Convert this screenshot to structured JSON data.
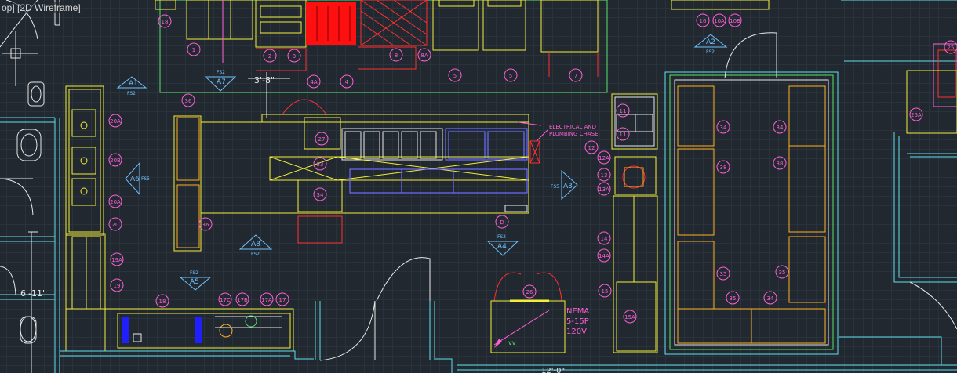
{
  "viewport": {
    "label": "op] [2D Wireframe]"
  },
  "colors": {
    "background": "#212830",
    "equipment": "#f2ef3a",
    "tag": "#ff5fd6",
    "wall": "#e8e8e8",
    "section": "#6fc3ff",
    "highlight": "#ff2020",
    "grate": "#ffb020"
  },
  "dimensions": {
    "top_center": "3'-8\"",
    "left": "6'-11\"",
    "bottom": "12'-0\""
  },
  "sections": [
    {
      "id": "A1",
      "ref": "FS2"
    },
    {
      "id": "A7",
      "ref": "FS2"
    },
    {
      "id": "A6",
      "ref": "FS5"
    },
    {
      "id": "A8",
      "ref": "FS2"
    },
    {
      "id": "A5",
      "ref": "FS2"
    },
    {
      "id": "A4",
      "ref": "FS2"
    },
    {
      "id": "A3",
      "ref": "FS5"
    },
    {
      "id": "A2",
      "ref": "FS2"
    }
  ],
  "equipment_tags": {
    "t18_top": "18",
    "t1": "1",
    "t2": "2",
    "t3": "3",
    "t4A": "4A",
    "t4": "4",
    "t8": "8",
    "t8A": "8A",
    "t5a": "5",
    "t5b": "5",
    "t7": "7",
    "t16": "16",
    "t10A": "10A",
    "t10B": "10B",
    "t20A_1": "20A",
    "t20B": "20B",
    "t20A_2": "20A",
    "t20": "20",
    "t19A": "19A",
    "t19": "19",
    "t18_bot": "18",
    "t17C": "17C",
    "t17B": "17B",
    "t17A": "17A",
    "t17": "17",
    "t36a": "36",
    "t36b": "36",
    "t27": "27",
    "t33": "33",
    "t34_mid": "34",
    "tD": "D",
    "t11a": "11",
    "t11b": "11",
    "t12": "12",
    "t12A": "12A",
    "t13": "13",
    "t13A": "13A",
    "t14": "14",
    "t14A": "14A",
    "t15": "15",
    "t15A": "15A",
    "t26": "26",
    "t34a": "34",
    "t34b": "34",
    "t38a": "38",
    "t38b": "38",
    "t35a": "35",
    "t35b": "35",
    "t35c": "35",
    "t34c": "34",
    "t25A": "25A",
    "t25": "25"
  },
  "notes": {
    "electrical_1": "ELECTRICAL AND",
    "electrical_2": "PLUMBING CHASE",
    "nema_1": "NEMA",
    "nema_2": "5-15P",
    "nema_3": "120V"
  }
}
